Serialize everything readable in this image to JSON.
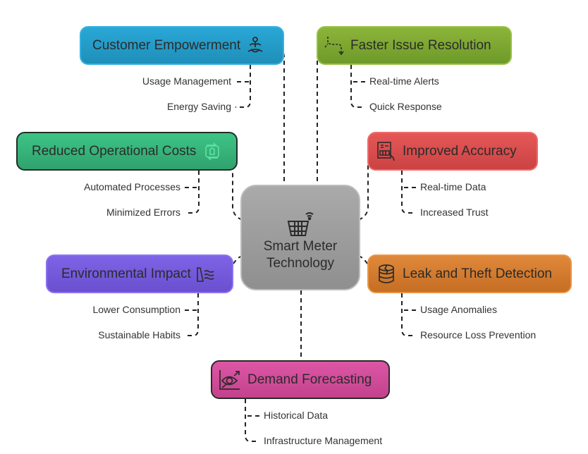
{
  "center": {
    "line1": "Smart Meter",
    "line2": "Technology",
    "icon": "smart-meter-basket-wifi-icon",
    "color": "#9e9e9e"
  },
  "nodes": {
    "customer_empowerment": {
      "title": "Customer Empowerment",
      "icon": "meditation-person-icon",
      "color": "#23a0cf",
      "children": [
        "Usage Management",
        "Energy Saving"
      ]
    },
    "faster_issue_resolution": {
      "title": "Faster Issue Resolution",
      "icon": "route-arrow-icon",
      "color": "#7fa934",
      "children": [
        "Real-time Alerts",
        "Quick Response"
      ]
    },
    "reduced_operational_costs": {
      "title": "Reduced Operational Costs",
      "icon": "recycle-cost-icon",
      "color": "#38b77b",
      "children": [
        "Automated Processes",
        "Minimized Errors"
      ]
    },
    "improved_accuracy": {
      "title": "Improved Accuracy",
      "icon": "invoice-hand-icon",
      "color": "#db4f4f",
      "children": [
        "Real-time Data",
        "Increased Trust"
      ]
    },
    "environmental_impact": {
      "title": "Environmental Impact",
      "icon": "dam-water-icon",
      "color": "#755ada",
      "children": [
        "Lower Consumption",
        "Sustainable Habits"
      ]
    },
    "leak_and_theft_detection": {
      "title": "Leak and Theft Detection",
      "icon": "cracked-database-icon",
      "color": "#d77d2f",
      "children": [
        "Usage Anomalies",
        "Resource Loss Prevention"
      ]
    },
    "demand_forecasting": {
      "title": "Demand Forecasting",
      "icon": "eye-chart-icon",
      "color": "#d04c99",
      "children": [
        "Historical Data",
        "Infrastructure Management"
      ]
    }
  }
}
